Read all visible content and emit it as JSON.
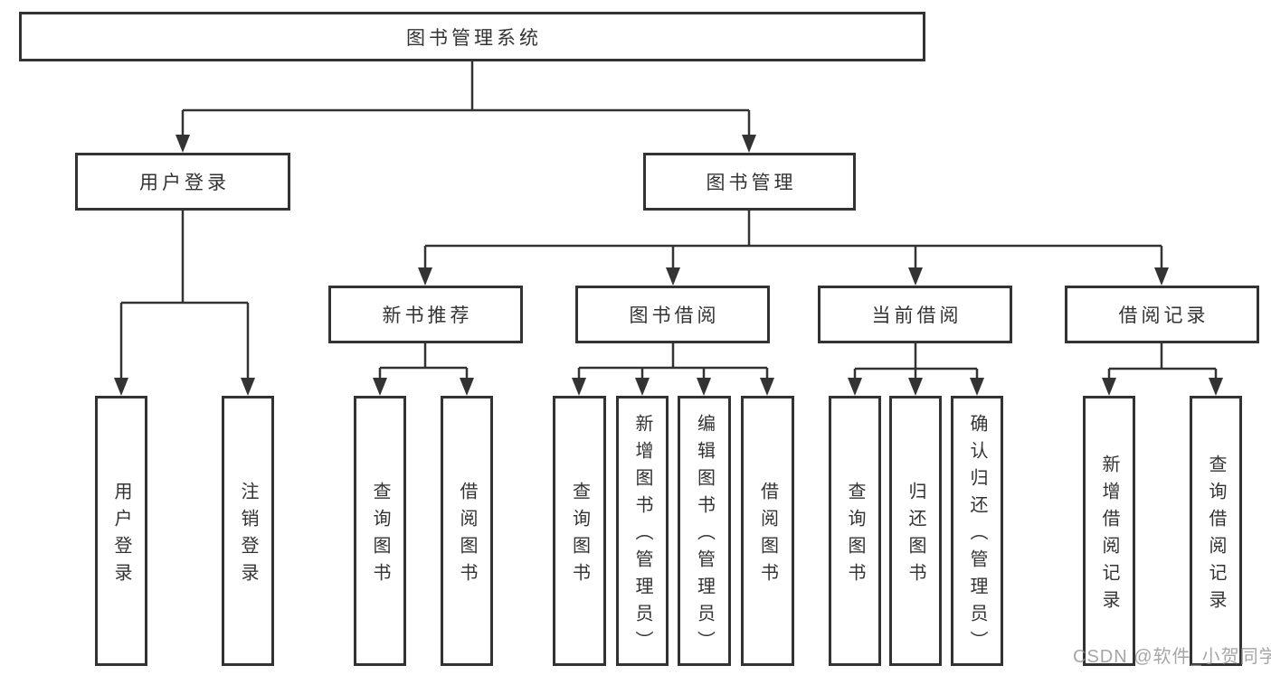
{
  "diagram": {
    "title": "图书管理系统",
    "level2": [
      {
        "label": "用户登录"
      },
      {
        "label": "图书管理"
      }
    ],
    "level3": [
      {
        "label": "新书推荐"
      },
      {
        "label": "图书借阅"
      },
      {
        "label": "当前借阅"
      },
      {
        "label": "借阅记录"
      }
    ],
    "leaves_user_login": [
      {
        "label": "用户登录"
      },
      {
        "label": "注销登录"
      }
    ],
    "leaves_new_book": [
      {
        "label": "查询图书"
      },
      {
        "label": "借阅图书"
      }
    ],
    "leaves_book_borrow": [
      {
        "label": "查询图书"
      },
      {
        "label": "新增图书（管理员）"
      },
      {
        "label": "编辑图书（管理员）"
      },
      {
        "label": "借阅图书"
      }
    ],
    "leaves_current_borrow": [
      {
        "label": "查询图书"
      },
      {
        "label": "归还图书"
      },
      {
        "label": "确认归还（管理员）"
      }
    ],
    "leaves_borrow_records": [
      {
        "label": "新增借阅记录"
      },
      {
        "label": "查询借阅记录"
      }
    ]
  },
  "watermark": "CSDN @软件_小贺同学",
  "colors": {
    "line": "#333333",
    "border": "#333333",
    "text": "#333333",
    "background": "#ffffff",
    "watermark": "#969696"
  }
}
